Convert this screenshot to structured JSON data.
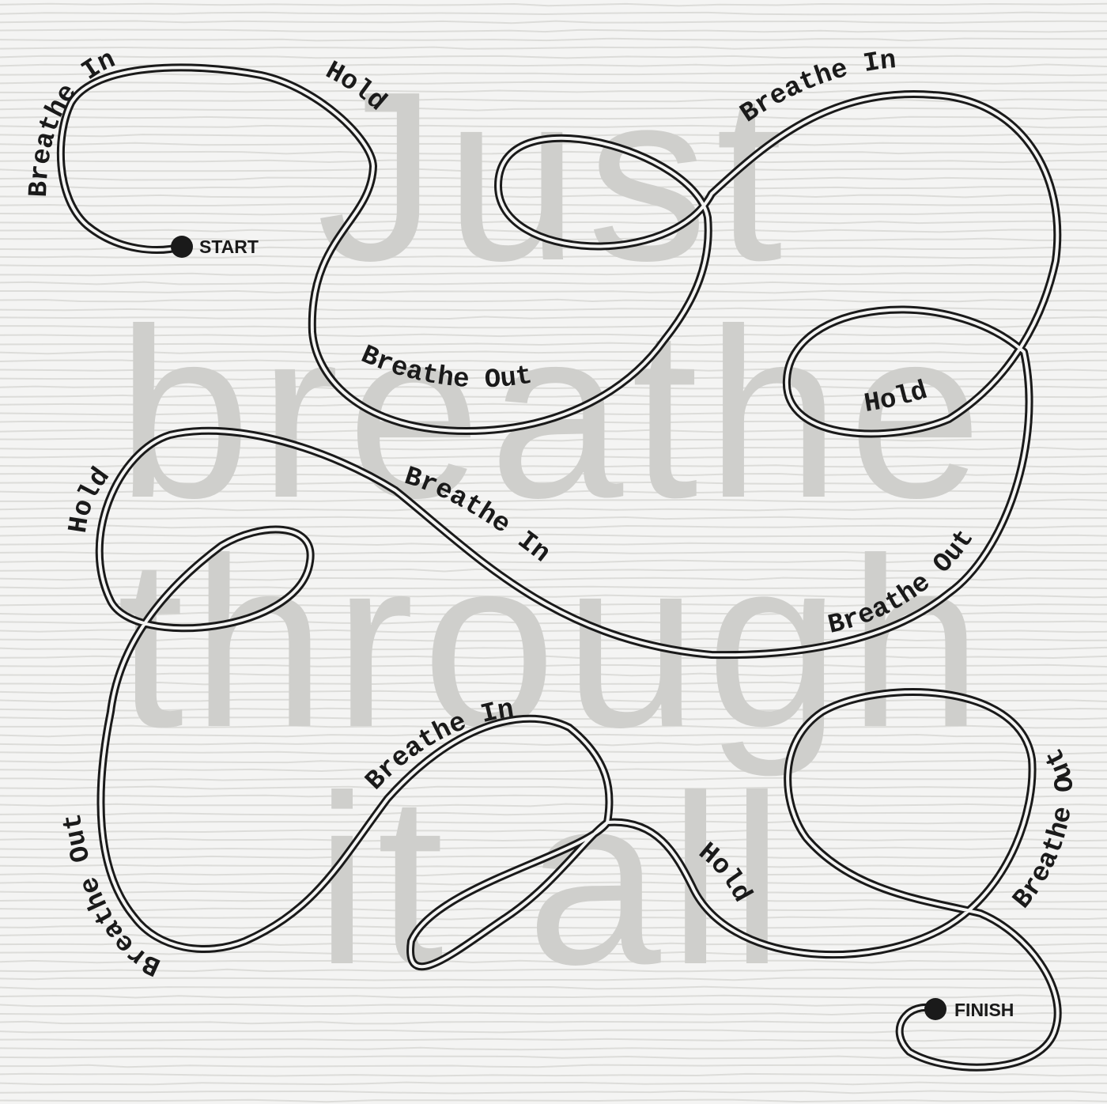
{
  "background_text": [
    "Just",
    "breathe",
    "through",
    "it all"
  ],
  "markers": {
    "start": "START",
    "finish": "FINISH"
  },
  "path_labels": [
    "Breathe In",
    "Hold",
    "Breathe Out",
    "Breathe In",
    "Hold",
    "Hold",
    "Breathe In",
    "Breathe Out",
    "Breathe Out",
    "Breathe In",
    "Hold",
    "Breathe Out"
  ],
  "colors": {
    "background": "#f4f4f3",
    "stripes": "#dcdcd9",
    "background_text": "#cfcfcc",
    "path": "#1a1a1a"
  }
}
